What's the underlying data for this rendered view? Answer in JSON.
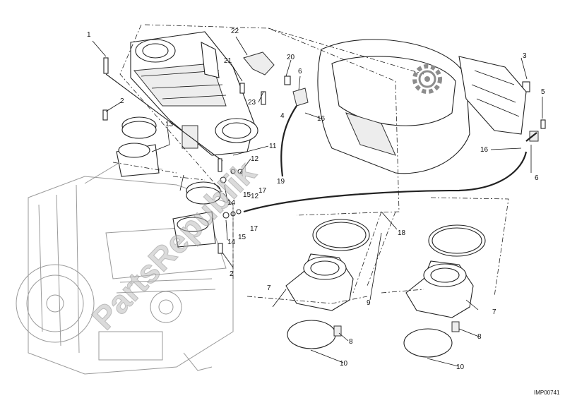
{
  "diagram": {
    "image_code": "IMP00741",
    "watermark": "PartsRepublik",
    "part_labels": [
      "1",
      "2",
      "2",
      "3",
      "4",
      "5",
      "6",
      "6",
      "7",
      "7",
      "8",
      "8",
      "9",
      "10",
      "10",
      "11",
      "12",
      "12",
      "13",
      "14",
      "14",
      "15",
      "15",
      "16",
      "16",
      "17",
      "17",
      "18",
      "19",
      "20",
      "21",
      "22",
      "23"
    ]
  }
}
